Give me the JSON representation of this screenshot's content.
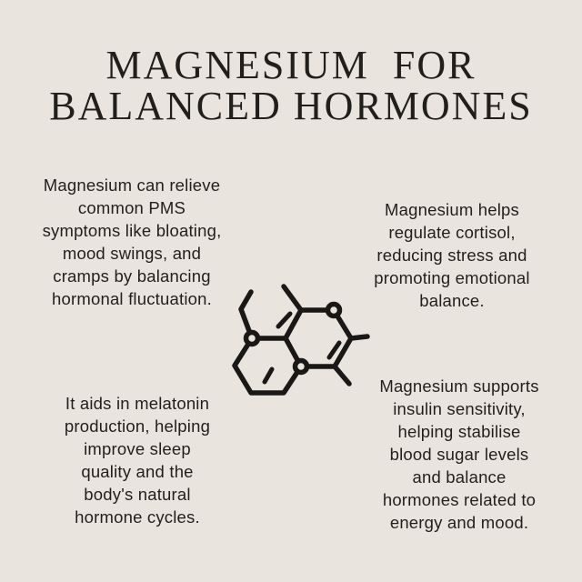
{
  "canvas": {
    "background": "#e9e5de",
    "text_color": "#211f1c",
    "icon_color": "#191816"
  },
  "title": {
    "lines": [
      "MAGNESIUM  FOR",
      "BALANCED HORMONES"
    ]
  },
  "facts": [
    {
      "name": "pms-relief",
      "lines": [
        "Magnesium can relieve",
        "common PMS",
        "symptoms like bloating,",
        "mood swings, and",
        "cramps by balancing",
        "hormonal fluctuation."
      ]
    },
    {
      "name": "cortisol-regulation",
      "lines": [
        "Magnesium helps",
        "regulate cortisol,",
        "reducing stress and",
        "promoting emotional",
        "balance."
      ]
    },
    {
      "name": "melatonin-sleep",
      "lines": [
        "It aids in melatonin",
        "production, helping",
        "improve sleep",
        "quality and the",
        "body's natural",
        "hormone cycles."
      ]
    },
    {
      "name": "insulin-sensitivity",
      "lines": [
        "Magnesium supports",
        "insulin sensitivity,",
        "helping stabilise",
        "blood sugar levels",
        "and balance",
        "hormones related to",
        "energy and mood."
      ]
    }
  ],
  "icon": {
    "name": "molecule-icon"
  }
}
